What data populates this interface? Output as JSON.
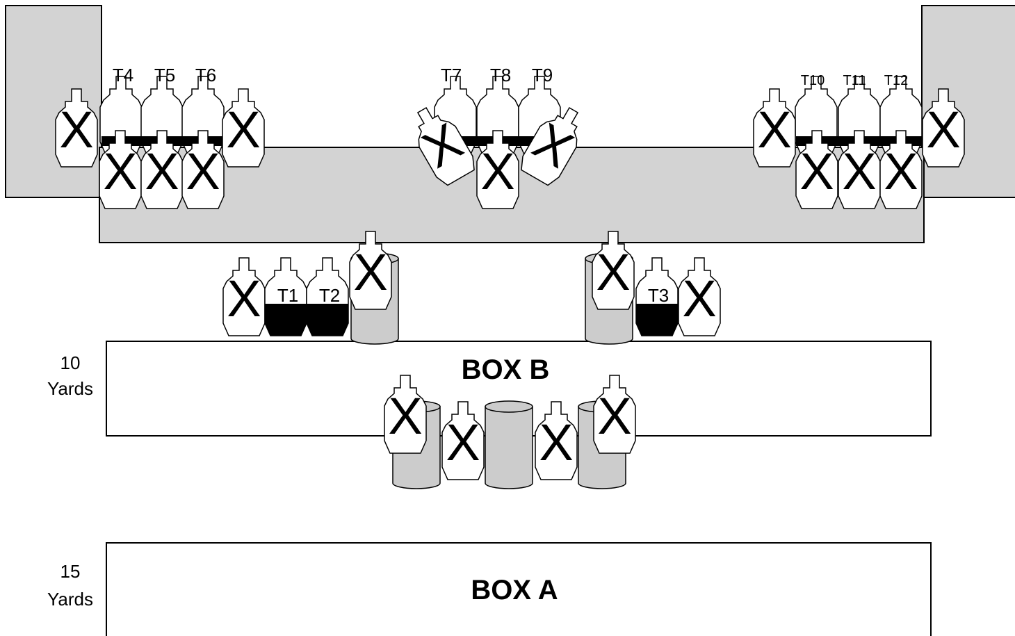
{
  "boxes": {
    "box_b": {
      "label": "BOX B",
      "distance_value": "10",
      "distance_unit": "Yards"
    },
    "box_a": {
      "label": "BOX A",
      "distance_value": "15",
      "distance_unit": "Yards"
    }
  },
  "targets": {
    "t1": "T1",
    "t2": "T2",
    "t3": "T3",
    "t4": "T4",
    "t5": "T5",
    "t6": "T6",
    "t7": "T7",
    "t8": "T8",
    "t9": "T9",
    "t10": "T10",
    "t11": "T11",
    "t12": "T12"
  },
  "no_shoot_mark": "X",
  "colors": {
    "wall": "#d3d3d3",
    "barrel": "#cccccc",
    "outline": "#000000",
    "background": "#ffffff"
  }
}
